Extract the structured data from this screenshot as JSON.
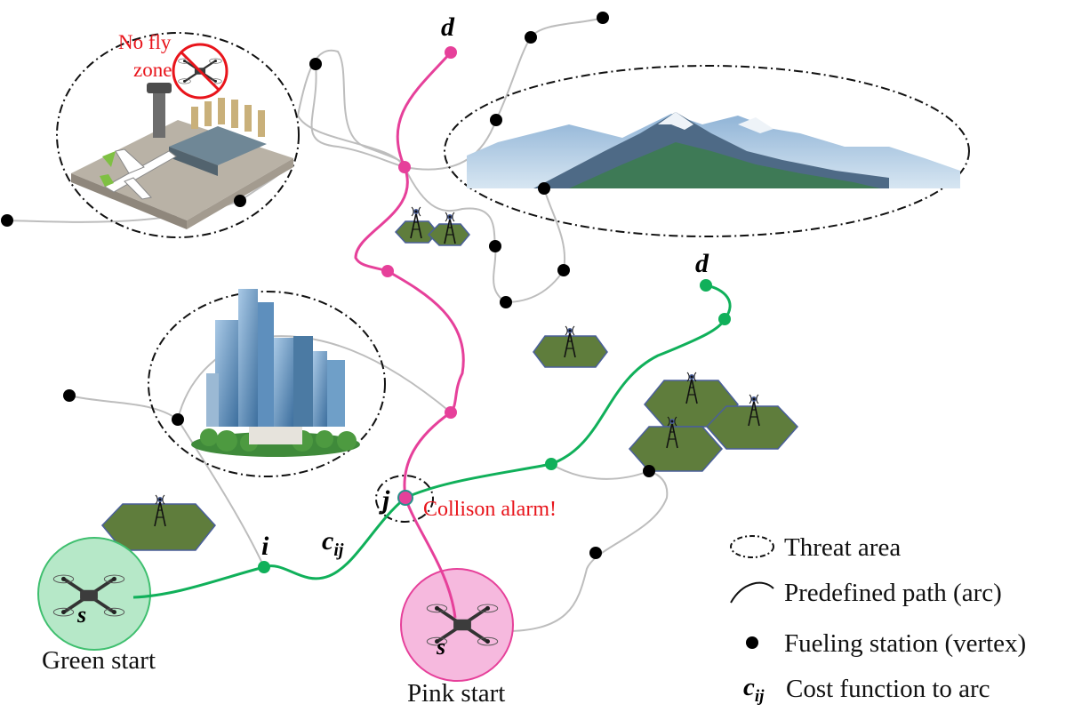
{
  "labels": {
    "no_fly_line1": "No fly",
    "no_fly_line2": "zone",
    "pink_dest": "d",
    "green_dest": "d",
    "node_i": "i",
    "node_j": "j",
    "cost_c": "c",
    "cost_sub": "ij",
    "collision": "Collison alarm!",
    "green_s": "s",
    "pink_s": "s",
    "green_start": "Green start",
    "pink_start": "Pink start"
  },
  "legend": {
    "threat": "Threat area",
    "path": "Predefined path (arc)",
    "station": "Fueling station (vertex)",
    "cost_c": "c",
    "cost_sub": "ij",
    "cost": "Cost function to arc"
  },
  "colors": {
    "pink_path": "#e6409a",
    "green_path": "#10b05a",
    "grey_path": "#bdbdbd",
    "vertex": "#000000",
    "hex_cell": "#5f7d3c",
    "warning_text": "#e8141b",
    "pink_start_fill": "#f6b9de",
    "green_start_fill": "#b6e8c8"
  }
}
